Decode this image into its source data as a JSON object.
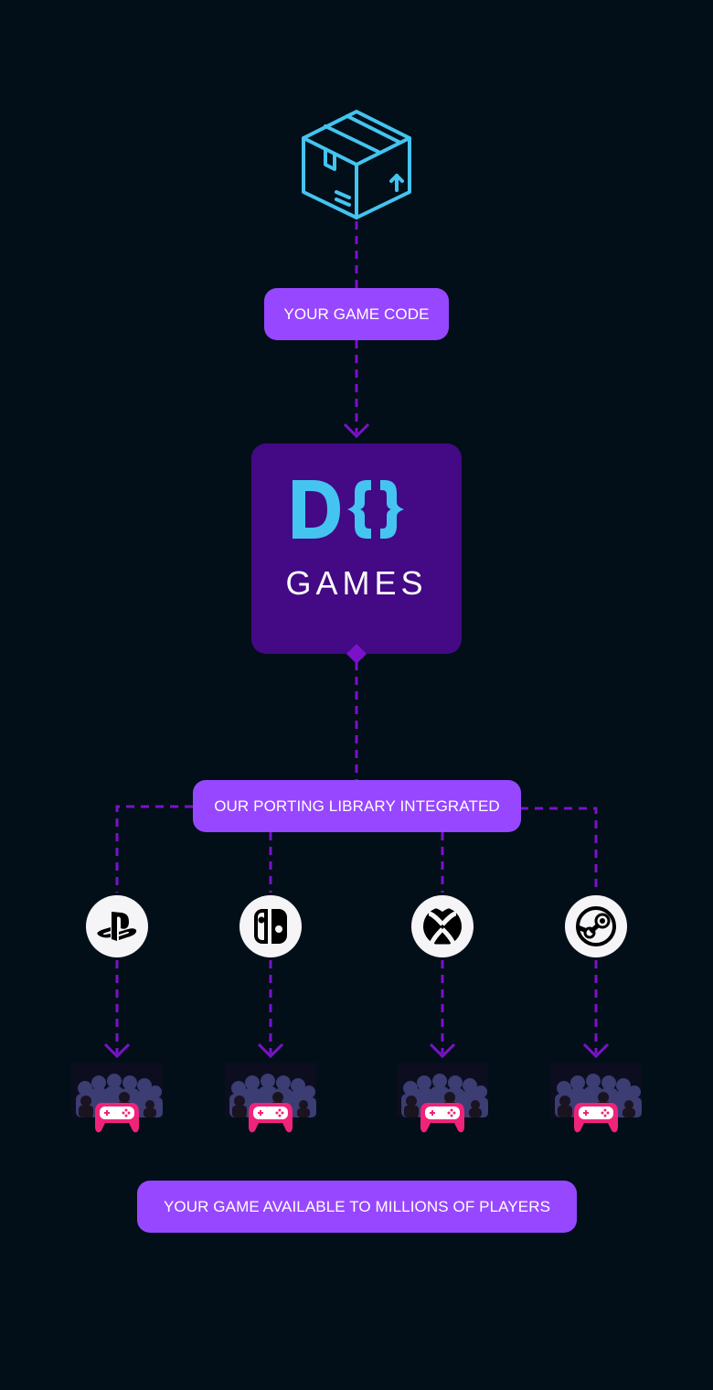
{
  "diagram": {
    "source": {
      "icon": "package-box-icon",
      "label": "YOUR GAME CODE"
    },
    "hub": {
      "brand_mark": "DO",
      "brand_name": "GAMES"
    },
    "integration": {
      "label": "OUR PORTING LIBRARY INTEGRATED"
    },
    "platforms": [
      {
        "name": "PlayStation",
        "icon": "playstation-icon"
      },
      {
        "name": "Nintendo Switch",
        "icon": "nintendo-switch-icon"
      },
      {
        "name": "Xbox",
        "icon": "xbox-icon"
      },
      {
        "name": "Steam",
        "icon": "steam-icon"
      }
    ],
    "outcome": {
      "icon": "players-gamepad-icon",
      "label": "YOUR GAME AVAILABLE TO MILLIONS OF PLAYERS"
    }
  },
  "colors": {
    "background": "#020f19",
    "accent_purple": "#9747ff",
    "connector_purple": "#7a12c9",
    "hub_purple": "#440984",
    "brand_cyan": "#44c4f0",
    "gamepad_pink": "#f0237a",
    "icon_circle": "#f5f5f7"
  }
}
